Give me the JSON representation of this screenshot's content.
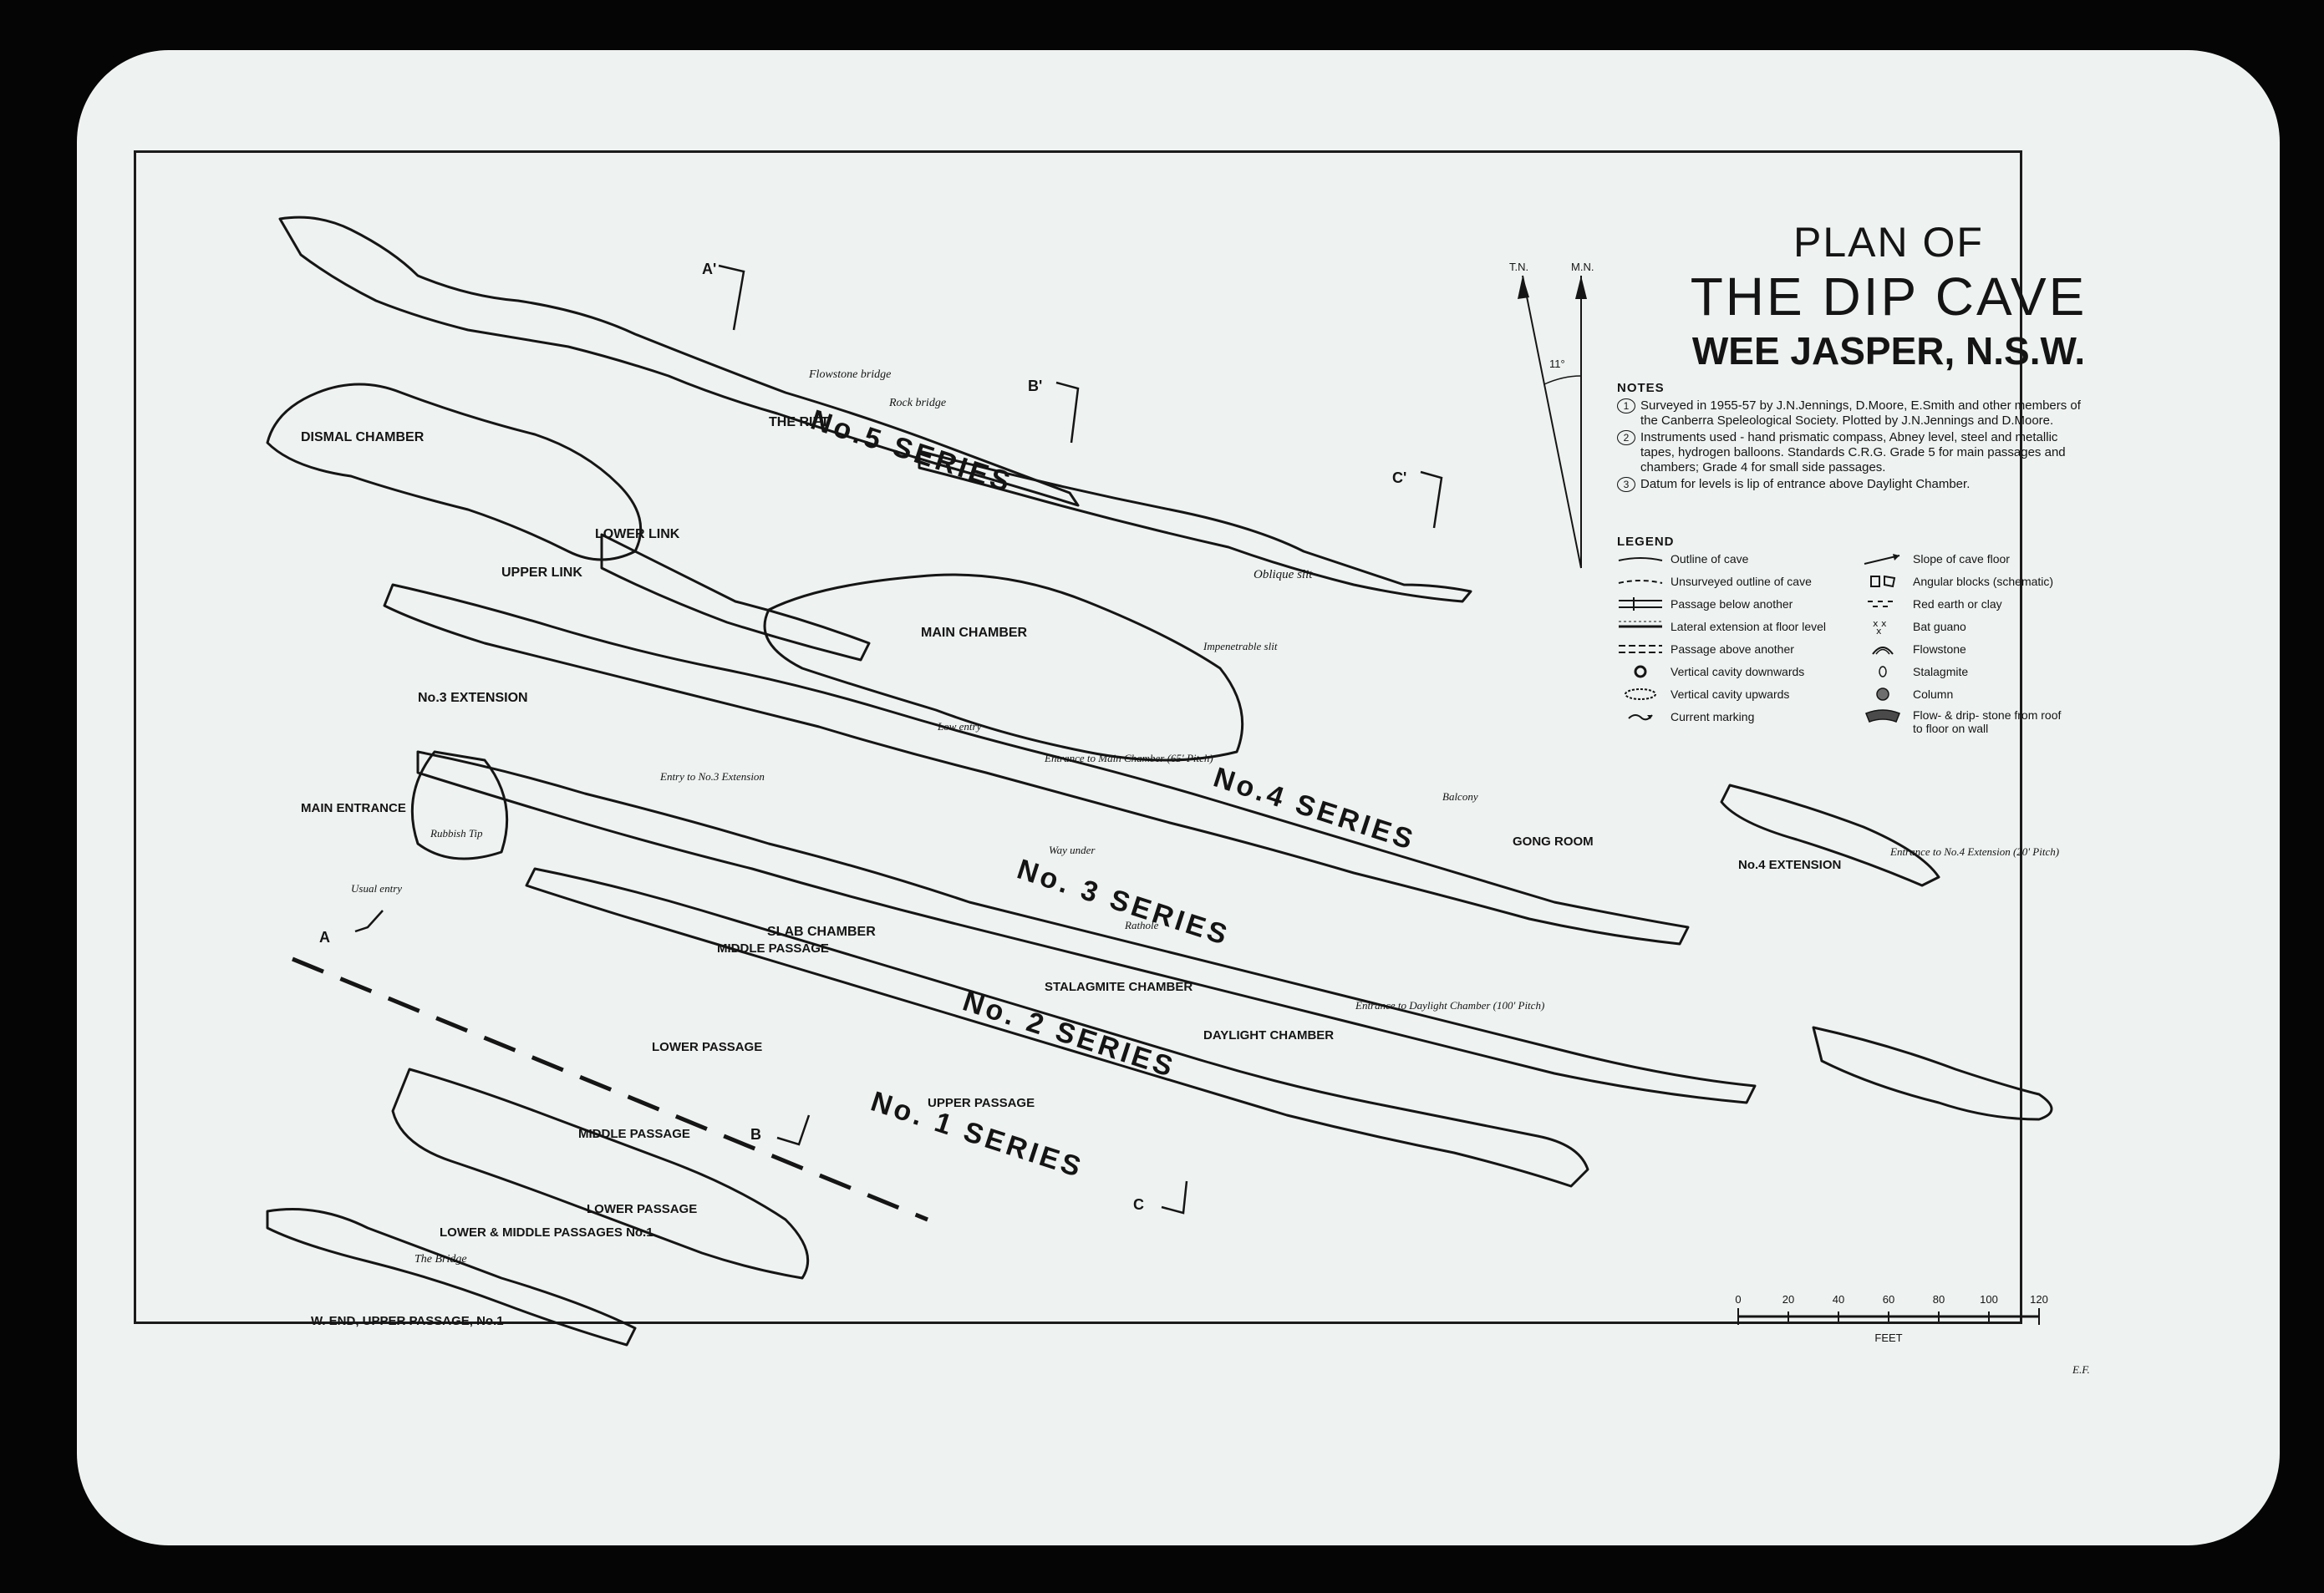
{
  "title": {
    "line1": "PLAN OF",
    "line2": "THE DIP CAVE",
    "line3": "WEE JASPER, N.S.W."
  },
  "north_arrow": {
    "true_north": "T.N.",
    "magnetic_north": "M.N.",
    "declination": "11°"
  },
  "notes": {
    "heading": "NOTES",
    "items": [
      {
        "num": "1",
        "text": "Surveyed in 1955-57 by J.N.Jennings, D.Moore, E.Smith and other members of the Canberra Speleological Society. Plotted by J.N.Jennings and D.Moore."
      },
      {
        "num": "2",
        "text": "Instruments used - hand prismatic compass, Abney level, steel and metallic tapes, hydrogen balloons. Standards C.R.G. Grade 5 for main passages and chambers; Grade 4 for small side passages."
      },
      {
        "num": "3",
        "text": "Datum for levels is lip of entrance above Daylight Chamber."
      }
    ]
  },
  "legend": {
    "heading": "LEGEND",
    "items": [
      {
        "icon": "outline-line-icon",
        "label": "Outline of cave"
      },
      {
        "icon": "slope-arrow-icon",
        "label": "Slope of cave floor"
      },
      {
        "icon": "dashed-outline-icon",
        "label": "Unsurveyed outline of cave"
      },
      {
        "icon": "angular-blocks-icon",
        "label": "Angular blocks (schematic)"
      },
      {
        "icon": "passage-below-icon",
        "label": "Passage below another"
      },
      {
        "icon": "red-earth-icon",
        "label": "Red earth or clay"
      },
      {
        "icon": "lateral-extension-icon",
        "label": "Lateral extension at floor level"
      },
      {
        "icon": "bat-guano-icon",
        "label": "Bat guano"
      },
      {
        "icon": "passage-above-icon",
        "label": "Passage above another"
      },
      {
        "icon": "flowstone-icon",
        "label": "Flowstone"
      },
      {
        "icon": "cavity-down-icon",
        "label": "Vertical cavity downwards"
      },
      {
        "icon": "stalagmite-icon",
        "label": "Stalagmite"
      },
      {
        "icon": "cavity-up-icon",
        "label": "Vertical cavity upwards"
      },
      {
        "icon": "column-icon",
        "label": "Column"
      },
      {
        "icon": "current-marking-icon",
        "label": "Current marking"
      },
      {
        "icon": "flow-drip-stone-icon",
        "label": "Flow- & drip- stone from roof to floor on wall"
      }
    ]
  },
  "scale": {
    "ticks": [
      "0",
      "20",
      "40",
      "60",
      "80",
      "100",
      "120"
    ],
    "unit": "FEET"
  },
  "series_labels": {
    "s5": "No.5 SERIES",
    "s4": "No.4 SERIES",
    "s3": "No. 3 SERIES",
    "s2": "No. 2 SERIES",
    "s1": "No. 1 SERIES"
  },
  "places": {
    "dismal_chamber": "DISMAL CHAMBER",
    "the_rift": "THE RIFT",
    "flowstone_bridge": "Flowstone bridge",
    "rock_bridge": "Rock bridge",
    "lower_link": "LOWER LINK",
    "upper_link": "UPPER LINK",
    "no3_extension": "No.3 EXTENSION",
    "main_chamber": "MAIN CHAMBER",
    "oblique_slit": "Oblique slit",
    "impenetrable_slit": "Impenetrable slit",
    "entry_no3": "Entry to No.3 Extension",
    "low_entry": "Low entry",
    "entrance_main": "Entrance to Main Chamber (65' Pitch)",
    "main_entrance": "MAIN ENTRANCE",
    "rubbish_tip": "Rubbish Tip",
    "usual_entry": "Usual entry",
    "way_under": "Way under",
    "balcony": "Balcony",
    "gong_room": "GONG ROOM",
    "no4_extension": "No.4 EXTENSION",
    "entrance_no4": "Entrance to No.4 Extension (20' Pitch)",
    "slab_chamber": "SLAB CHAMBER",
    "middle_passage": "MIDDLE PASSAGE",
    "rathole": "Rathole",
    "stalagmite_chamber": "STALAGMITE CHAMBER",
    "daylight_chamber": "DAYLIGHT CHAMBER",
    "entrance_daylight": "Entrance to Daylight Chamber (100' Pitch)",
    "lower_passage": "LOWER PASSAGE",
    "upper_passage": "UPPER PASSAGE",
    "middle_passage_2": "MIDDLE PASSAGE",
    "lower_passage_2": "LOWER PASSAGE",
    "lower_middle": "LOWER & MIDDLE PASSAGES No.1",
    "the_bridge": "The Bridge",
    "w_end": "W. END, UPPER PASSAGE, No.1"
  },
  "sections": {
    "a_prime": "A'",
    "b_prime": "B'",
    "c_prime": "C'",
    "a": "A",
    "b": "B",
    "c": "C"
  },
  "initials": "E.F."
}
